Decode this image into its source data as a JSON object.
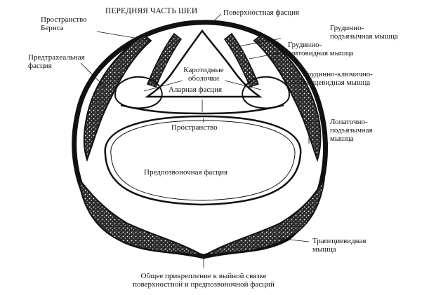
{
  "labels": {
    "title": "ПЕРЕДНЯЯ ЧАСТЬ ШЕИ",
    "burns_space": "Пространство\nБернса",
    "superficial_fascia": "Поверхностная фасция",
    "sternohyoid": "Грудинно-\nподъязычная мышца",
    "sternothyroid": "Грудинно-\nщитовидная мышца",
    "pretracheal_fascia": "Предтрахеальная\nфасция",
    "carotid_sheaths": "Каротидные\nоболочки",
    "alar_fascia": "Аларная фасция",
    "sternocleidomastoid": "Грудинно-ключично-\nсосцевидная мышца",
    "space": "Пространство",
    "omohyoid": "Лопаточно-\nподъязычная\nмышца",
    "prevertebral_fascia": "Предпозвоночная фасция",
    "trapezius": "Трапециевидная\nмышца",
    "common_attachment": "Общее прикрепление к выйной связке\nповерхностной и предпозвоночной фасций"
  },
  "colors": {
    "ink": "#111111",
    "paper": "#ffffff"
  }
}
